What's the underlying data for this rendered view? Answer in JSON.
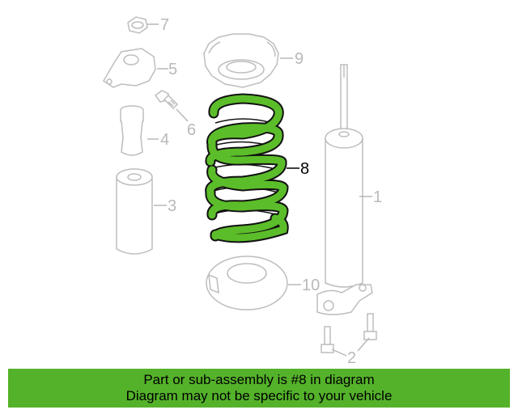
{
  "callouts": {
    "c1": "1",
    "c2": "2",
    "c3": "3",
    "c4": "4",
    "c5": "5",
    "c6": "6",
    "c7": "7",
    "c8": "8",
    "c9": "9",
    "c10": "10"
  },
  "banner": {
    "line1": "Part or sub-assembly is #8 in diagram",
    "line2": "Diagram may not be specific to your vehicle"
  },
  "colors": {
    "highlight": "#5cbd2a",
    "banner": "#54b22a",
    "ghost": "#bdbdbd"
  }
}
